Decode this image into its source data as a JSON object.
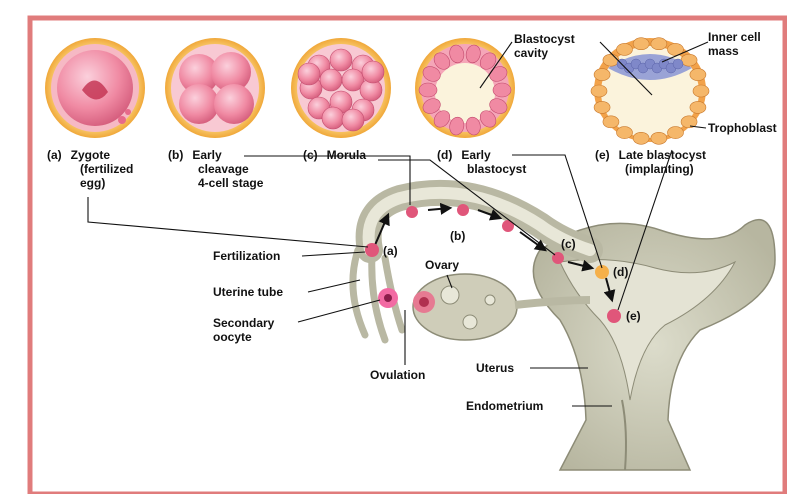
{
  "stages": [
    {
      "tag": "(a)",
      "lines": [
        "Zygote",
        "(fertilized",
        "egg)"
      ]
    },
    {
      "tag": "(b)",
      "lines": [
        "Early",
        "cleavage",
        "4-cell stage"
      ]
    },
    {
      "tag": "(c)",
      "lines": [
        "Morula"
      ]
    },
    {
      "tag": "(d)",
      "lines": [
        "Early",
        "blastocyst"
      ]
    },
    {
      "tag": "(e)",
      "lines": [
        "Late blastocyst",
        "(implanting)"
      ]
    }
  ],
  "callouts": {
    "blastocyst_cavity": [
      "Blastocyst",
      "cavity"
    ],
    "inner_cell_mass": [
      "Inner cell",
      "mass"
    ],
    "trophoblast": "Trophoblast"
  },
  "anatomy": {
    "fertilization": "Fertilization",
    "uterine_tube": "Uterine tube",
    "secondary_oocyte": [
      "Secondary",
      "oocyte"
    ],
    "ovulation": "Ovulation",
    "ovary": "Ovary",
    "uterus": "Uterus",
    "endometrium": "Endometrium"
  },
  "path_markers": {
    "a": "(a)",
    "b": "(b)",
    "c": "(c)",
    "d": "(d)",
    "e": "(e)"
  },
  "colors": {
    "frame": "#e07c7c",
    "tissue": "#c9c8b6",
    "tissue_dark": "#9a9985",
    "cell": "#f08aa3",
    "zona": "#f5c15a"
  }
}
